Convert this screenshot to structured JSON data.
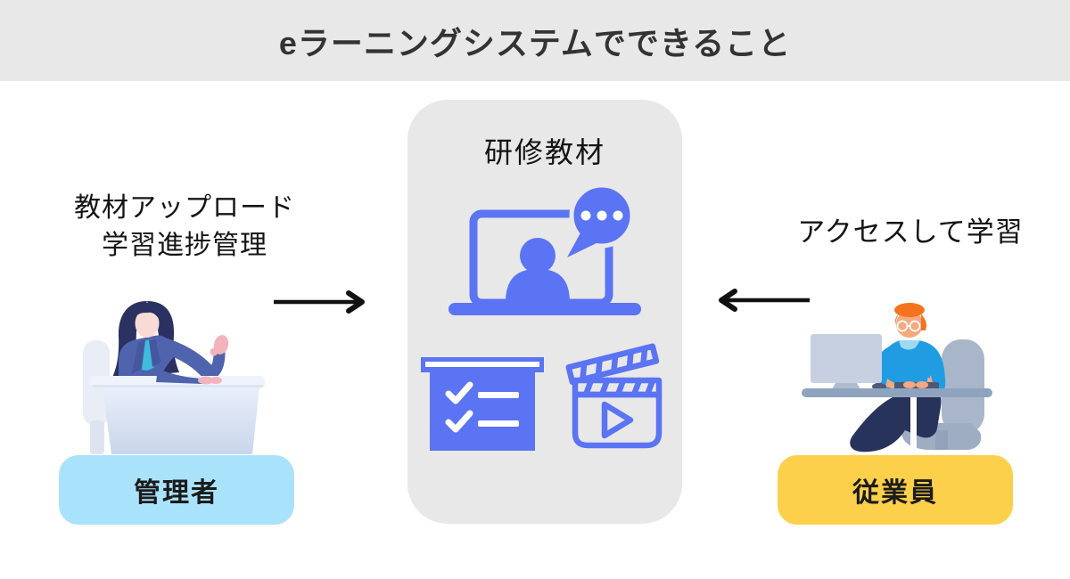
{
  "header": {
    "title": "eラーニングシステムでできること"
  },
  "center_panel": {
    "label": "研修教材",
    "icons": [
      "laptop-video-call-icon",
      "speech-bubble-icon",
      "checklist-board-icon",
      "video-clapperboard-icon"
    ]
  },
  "admin_side": {
    "caption_lines": [
      "教材アップロード",
      "学習進捗管理"
    ],
    "role_label": "管理者",
    "illustration": "administrator-at-desk",
    "arrow_direction": "right"
  },
  "employee_side": {
    "caption": "アクセスして学習",
    "role_label": "従業員",
    "illustration": "employee-at-computer",
    "arrow_direction": "left"
  },
  "colors": {
    "banner_bg": "#e8e8e8",
    "panel_bg": "#e8e8e8",
    "icon_blue": "#5b74f3",
    "admin_badge_bg": "#a9e2fb",
    "employee_badge_bg": "#fdd04b",
    "title_text": "#333333",
    "body_text": "#141414",
    "arrow": "#111111"
  }
}
